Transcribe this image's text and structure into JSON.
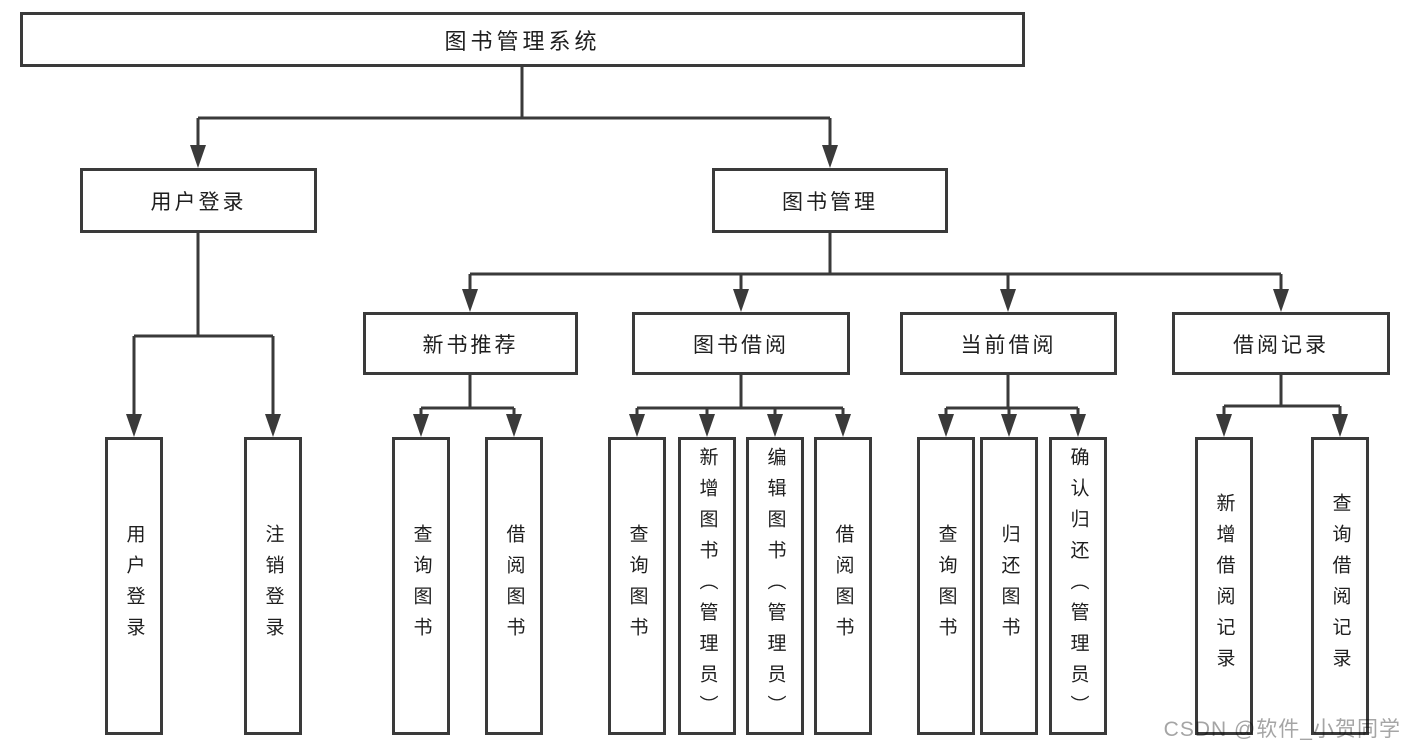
{
  "diagram": {
    "title": "图书管理系统",
    "level2": {
      "user_login": "用户登录",
      "book_management": "图书管理"
    },
    "level3": {
      "new_book_recommend": "新书推荐",
      "book_borrowing": "图书借阅",
      "current_borrowing": "当前借阅",
      "borrowing_records": "借阅记录"
    },
    "leaves": {
      "user_login": [
        "用户登录",
        "注销登录"
      ],
      "new_book_recommend": [
        "查询图书",
        "借阅图书"
      ],
      "book_borrowing": [
        "查询图书",
        "新增图书（管理员）",
        "编辑图书（管理员）",
        "借阅图书"
      ],
      "current_borrowing": [
        "查询图书",
        "归还图书",
        "确认归还（管理员）"
      ],
      "borrowing_records": [
        "新增借阅记录",
        "查询借阅记录"
      ]
    },
    "watermark": "CSDN @软件_小贺同学",
    "colors": {
      "line": "#3a3a3a",
      "text": "#1e1e1e",
      "watermark": "#a5a5a5",
      "background": "#ffffff"
    }
  }
}
